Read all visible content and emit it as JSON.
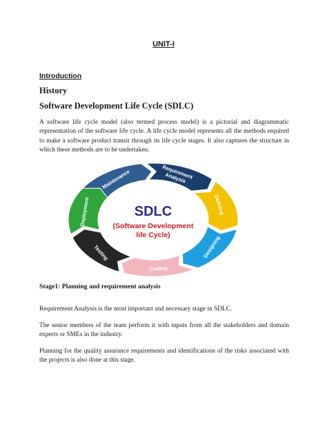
{
  "unit_title": "UNIT-I",
  "introduction": "Introduction",
  "history": "History",
  "sdlc_heading": "Software Development Life Cycle (SDLC)",
  "paragraph1": "A software life cycle model (also termed process model) is a pictorial and diagrammatic representation of the software life cycle. A life cycle model represents all the methods required to make a software product transit through its life cycle stages. It also captures the structure in which these methods are to be undertaken.",
  "diagram": {
    "center_title": "SDLC",
    "center_sub1": "(Software Development",
    "center_sub2": "life Cycle)",
    "segments": [
      {
        "label": "Maintenance",
        "color": "#2f5f91"
      },
      {
        "label": "Requirement",
        "label2": "Analysis",
        "color": "#1b3f6c"
      },
      {
        "label": "Defining",
        "color": "#f2c200"
      },
      {
        "label": "Designing",
        "color": "#1f9ee0"
      },
      {
        "label": "Coding",
        "color": "#f2b7bd"
      },
      {
        "label": "Testing",
        "color": "#262626"
      },
      {
        "label": "Deployment",
        "color": "#2fa63c"
      }
    ],
    "center_title_color": "#2e2e8a",
    "center_sub_color": "#c81e1e"
  },
  "stage1_heading": "Stage1: Planning and requirement analysis",
  "paragraph2": "Requirement Analysis is the most important and necessary stage in SDLC.",
  "paragraph3": "The senior members of the team perform it with inputs from all the stakeholders and domain experts or SMEs in the industry.",
  "paragraph4": "Planning for the quality assurance requirements and identifications of the risks associated with the projects is also done at this stage."
}
